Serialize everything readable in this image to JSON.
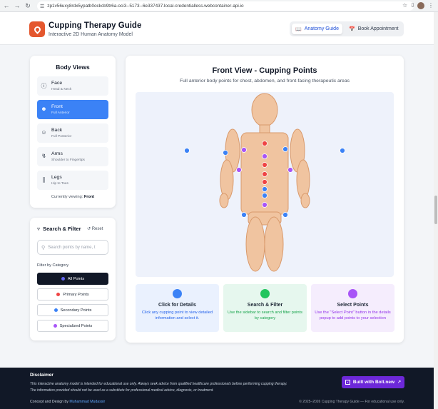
{
  "browser": {
    "url": "zp1v56uxy8rdx5ypatb0ockcb9tr6a-oci3--5173--6e337437.local-credentialless.webcontainer-api.io"
  },
  "header": {
    "title": "Cupping Therapy Guide",
    "subtitle": "Interactive 2D Human Anatomy Model",
    "nav": [
      {
        "label": "Anatomy Guide",
        "icon": "book-icon",
        "active": true
      },
      {
        "label": "Book Appointment",
        "icon": "calendar-icon",
        "active": false
      }
    ]
  },
  "body_views": {
    "title": "Body Views",
    "items": [
      {
        "name": "Face",
        "sub": "Head & Neck",
        "icon": "info-icon"
      },
      {
        "name": "Front",
        "sub": "Full Anterior",
        "icon": "user-icon"
      },
      {
        "name": "Back",
        "sub": "Full Posterior",
        "icon": "user-back-icon"
      },
      {
        "name": "Arms",
        "sub": "Shoulder to Fingertips",
        "icon": "bolt-icon"
      },
      {
        "name": "Legs",
        "sub": "Hip to Toes",
        "icon": "footprints-icon"
      }
    ],
    "currently_label": "Currently viewing:",
    "current": "Front"
  },
  "search_filter": {
    "title": "Search & Filter",
    "reset": "Reset",
    "placeholder": "Search points by name, t",
    "category_label": "Filter by Category",
    "categories": [
      {
        "label": "All Points",
        "color": "#6366f1",
        "active": true
      },
      {
        "label": "Primary Points",
        "color": "#ef4444",
        "active": false
      },
      {
        "label": "Secondary Points",
        "color": "#3b82f6",
        "active": false
      },
      {
        "label": "Specialized Points",
        "color": "#a855f7",
        "active": false
      }
    ]
  },
  "main": {
    "title": "Front View - Cupping Points",
    "subtitle": "Full anterior body points for chest, abdomen, and front-facing therapeutic areas",
    "points": [
      {
        "category": "primary",
        "color": "#ef4444"
      },
      {
        "category": "primary",
        "color": "#ef4444"
      },
      {
        "category": "primary",
        "color": "#ef4444"
      },
      {
        "category": "primary",
        "color": "#ef4444"
      },
      {
        "category": "secondary",
        "color": "#3b82f6"
      },
      {
        "category": "secondary",
        "color": "#3b82f6"
      },
      {
        "category": "secondary",
        "color": "#3b82f6"
      },
      {
        "category": "secondary",
        "color": "#3b82f6"
      },
      {
        "category": "secondary",
        "color": "#3b82f6"
      },
      {
        "category": "secondary",
        "color": "#3b82f6"
      },
      {
        "category": "secondary",
        "color": "#3b82f6"
      },
      {
        "category": "secondary",
        "color": "#3b82f6"
      },
      {
        "category": "specialized",
        "color": "#a855f7"
      },
      {
        "category": "specialized",
        "color": "#a855f7"
      },
      {
        "category": "specialized",
        "color": "#a855f7"
      },
      {
        "category": "specialized",
        "color": "#a855f7"
      },
      {
        "category": "specialized",
        "color": "#a855f7"
      }
    ],
    "info_cards": [
      {
        "title": "Click for Details",
        "text": "Click any cupping point to view detailed information and select it."
      },
      {
        "title": "Search & Filter",
        "text": "Use the sidebar to search and filter points by category"
      },
      {
        "title": "Select Points",
        "text": "Use the \"Select Point\" button in the details popup to add points to your selection"
      }
    ]
  },
  "footer": {
    "disclaimer_title": "Disclaimer",
    "disclaimer_text": "This interactive anatomy model is intended for educational use only. Always seek advice from qualified healthcare professionals before performing cupping therapy. The information provided should not be used as a substitute for professional medical advice, diagnosis, or treatment.",
    "credit_prefix": "Concept and Design by",
    "credit_name": "Muhammad Mudassir",
    "copyright": "© 2025–2026 Cupping Therapy Guide — For educational use only.",
    "bolt_label": "Built with Bolt.new"
  }
}
